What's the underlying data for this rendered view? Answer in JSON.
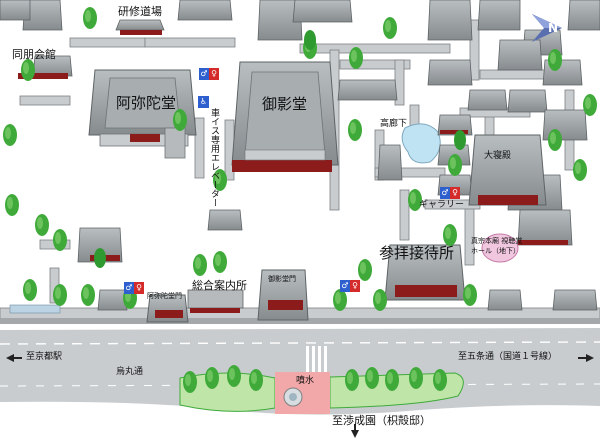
{
  "labels": {
    "kenshu": "研修道場",
    "doboukaikan": "同朋会館",
    "amidado": "阿弥陀堂",
    "goeido": "御影堂",
    "elevator": "車イス専用エレベーター",
    "takarouka": "高廊下",
    "daishinden": "大寝殿",
    "gallery": "ギャラリー",
    "shichokaku": "真宗本廟 視聴覚ホール（地下）",
    "sanpai": "参拝接待所",
    "sogo": "総合案内所",
    "goeido_mon": "御影堂門",
    "amidado_mon": "阿弥陀堂門",
    "to_kyoto": "至京都駅",
    "karasuma": "烏丸通",
    "to_gojo": "至五条通（国道１号線）",
    "funsui": "噴水",
    "to_shoseien": "至渉成園（枳殻邸）"
  },
  "icons": {
    "compass": "north-arrow-icon",
    "wheelchair": "wheelchair-icon",
    "toilet": "restroom-icon"
  },
  "colors": {
    "roof": "#9ea3a6",
    "roof_dark": "#6e7376",
    "wall": "#8c1c1c",
    "path": "#c9cccf",
    "road": "#c9cccf",
    "tree": "#3faa3a",
    "tree_fill": "#bfe6a8",
    "pond": "#bfe3f2",
    "fountain": "#f2a8a8"
  }
}
